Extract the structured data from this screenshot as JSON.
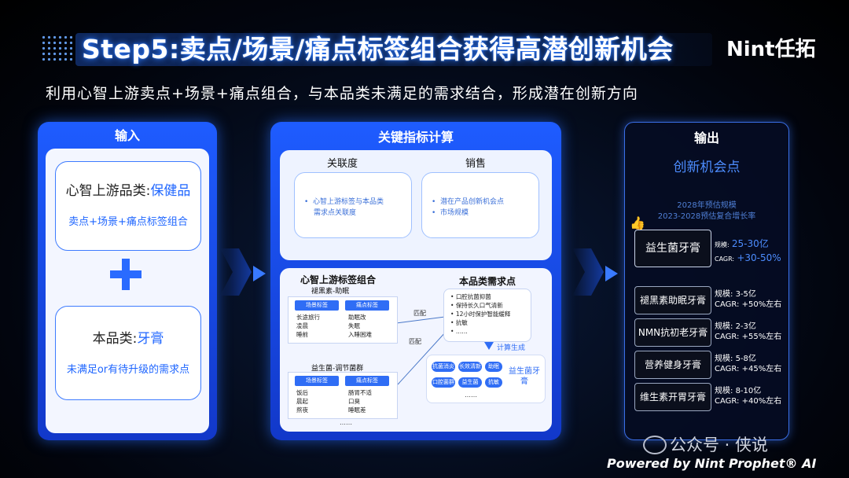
{
  "header": {
    "title": "Step5:卖点/场景/痛点标签组合获得高潜创新机会",
    "logo": "Nint任拓",
    "subtitle": "利用心智上游卖点+场景+痛点组合，与本品类未满足的需求结合，形成潜在创新方向"
  },
  "input": {
    "label": "输入",
    "card1_prefix": "心智上游品类:",
    "card1_highlight": "保健品",
    "card1_desc": "卖点+场景+痛点标签组合",
    "plus": "+",
    "card2_prefix": "本品类:",
    "card2_highlight": "牙膏",
    "card2_desc": "未满足or有待升级的需求点"
  },
  "metrics": {
    "label": "关键指标计算",
    "col1_title": "关联度",
    "col1_bullets": [
      "心智上游标签与本品类",
      "需求点关联度"
    ],
    "col2_title": "销售",
    "col2_bullets": [
      "潜在产品创新机会点",
      "市场规模"
    ],
    "combo_title": "心智上游标签组合",
    "combo1_name": "褪黑素-助眠",
    "combo1_tag_a": "场景标签",
    "combo1_tag_b": "痛点标签",
    "combo1_col_a": [
      "长途旅行",
      "凌晨",
      "睡前"
    ],
    "combo1_col_b": [
      "助眠改",
      "失眠",
      "入睡困难"
    ],
    "combo2_name": "益生菌-调节菌群",
    "combo2_tag_a": "场景标签",
    "combo2_tag_b": "痛点标签",
    "combo2_col_a": [
      "饭后",
      "晨起",
      "熬夜"
    ],
    "combo2_col_b": [
      "肠胃不适",
      "口臭",
      "睡眠差"
    ],
    "combo_more": "……",
    "link1": "匹配",
    "link2": "匹配",
    "needs_title": "本品类需求点",
    "needs_items": [
      "口腔抗菌抑菌",
      "保持长久口气清新",
      "12小时保护智能缓释",
      "抗敏",
      "……"
    ],
    "compute_label": "计算生成",
    "result_tags": [
      "抗菌消炎",
      "长效清新",
      "助眠",
      "口腔菌群",
      "益生菌",
      "抗敏"
    ],
    "result_label": "益生菌牙膏",
    "result_more": "……"
  },
  "output": {
    "label": "输出",
    "heading": "创新机会点",
    "note1": "2028年预估规模",
    "note2": "2023-2028预估复合增长率",
    "items": [
      {
        "name": "益生菌牙膏",
        "scale_label": "规模:",
        "scale": "25-30亿",
        "cagr_label": "CAGR:",
        "cagr": "+30-50%"
      },
      {
        "name": "褪黑素助眠牙膏",
        "scale_label": "规模:",
        "scale": "3-5亿",
        "cagr_label": "CAGR:",
        "cagr": "+50%左右"
      },
      {
        "name": "NMN抗初老牙膏",
        "scale_label": "规模:",
        "scale": "2-3亿",
        "cagr_label": "CAGR:",
        "cagr": "+55%左右"
      },
      {
        "name": "营养健身牙膏",
        "scale_label": "规模:",
        "scale": "5-8亿",
        "cagr_label": "CAGR:",
        "cagr": "+45%左右"
      },
      {
        "name": "维生素开胃牙膏",
        "scale_label": "规模:",
        "scale": "8-10亿",
        "cagr_label": "CAGR:",
        "cagr": "+40%左右"
      }
    ]
  },
  "footer": {
    "wechat": "公众号 · 侠说",
    "powered": "Powered by Nint Prophet® AI"
  },
  "colors": {
    "accent": "#1e5cff",
    "highlight": "#2f6df5"
  }
}
